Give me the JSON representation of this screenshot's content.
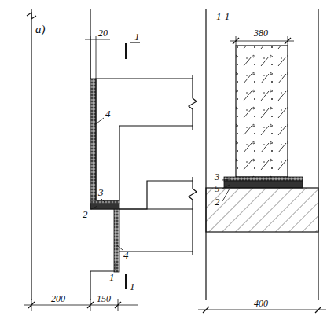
{
  "diagram": {
    "labels": [
      "а)",
      "1",
      "20",
      "4",
      "3",
      "2",
      "4",
      "1",
      "1",
      "200",
      "150",
      "1-1",
      "380",
      "3",
      "5",
      "2",
      "400"
    ]
  }
}
